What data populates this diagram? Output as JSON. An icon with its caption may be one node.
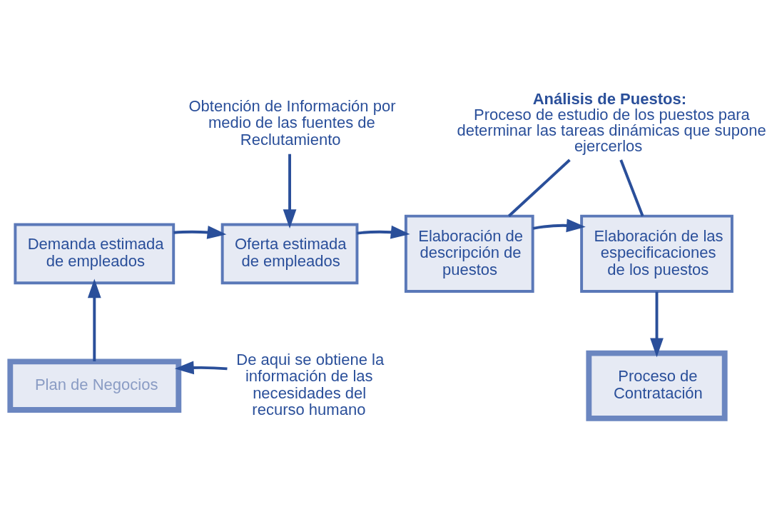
{
  "diagram": {
    "nodes": [
      {
        "text": [
          "Obtención de Información por medio de las fuentes de Reclutamiento"
        ]
      },
      {
        "text": [
          "**Análisis de Puestos:** Proceso de estudio de los puestos para determinar las tareas dinámicas que supone ejercerlos"
        ]
      },
      {
        "text": [
          "Demanda estimada de empleados"
        ]
      },
      {
        "text": [
          "Oferta estimada de empleados"
        ]
      },
      {
        "text": [
          "Elaboración de descripción de puestos"
        ]
      },
      {
        "text": [
          "Elaboración de las especificaciones de los puestos"
        ]
      },
      {
        "text": [
          "Proceso de Contratación"
        ]
      },
      {
        "text": [
          "Plan de Negocios"
        ]
      },
      {
        "text": [
          "De aqui se obtiene la información de las necesidades del recurso humano"
        ]
      }
    ],
    "edges": [
      {
        "from": 0,
        "to": 3,
        "arrow": "to"
      },
      {
        "from": 1,
        "to": 4,
        "arrow": "none"
      },
      {
        "from": 1,
        "to": 5,
        "arrow": "none"
      },
      {
        "from": 2,
        "to": 3,
        "arrow": "to"
      },
      {
        "from": 3,
        "to": 4,
        "arrow": "to"
      },
      {
        "from": 4,
        "to": 5,
        "arrow": "to"
      },
      {
        "from": 5,
        "to": 6,
        "arrow": "to"
      },
      {
        "from": 7,
        "to": 2,
        "arrow": "to"
      },
      {
        "from": 8,
        "to": 7,
        "arrow": "to"
      }
    ]
  }
}
